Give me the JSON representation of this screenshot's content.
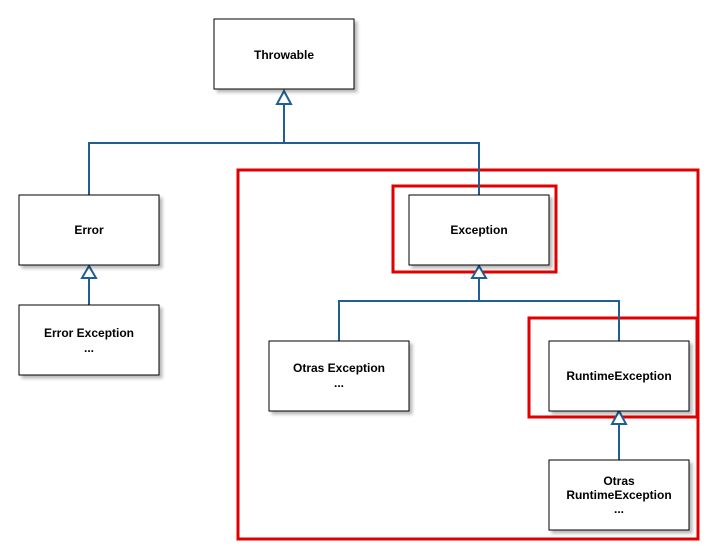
{
  "diagram": {
    "nodes": {
      "throwable": {
        "line1": "Throwable"
      },
      "error": {
        "line1": "Error"
      },
      "error_exception": {
        "line1": "Error Exception",
        "line2": "..."
      },
      "exception": {
        "line1": "Exception"
      },
      "otras_exception": {
        "line1": "Otras Exception",
        "line2": "..."
      },
      "runtime_exception": {
        "line1": "RuntimeException"
      },
      "otras_runtime_exception": {
        "line1": "Otras",
        "line2": "RuntimeException",
        "line3": "..."
      }
    },
    "colors": {
      "connector": "#1f5f96",
      "highlight": "#e00000",
      "box_border": "#000000"
    },
    "relation": "inheritance-hollow-triangle"
  }
}
